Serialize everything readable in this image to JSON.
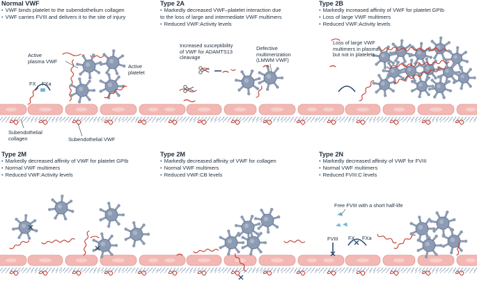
{
  "colors": {
    "endothelium": "#f2b8b4",
    "endothelium_edge": "#e39a95",
    "collagen": "#9fb2c6",
    "vwf": "#c0392b",
    "platelet": "#8c9bb3",
    "platelet_dark": "#5f6f88",
    "fviii": "#6fb7d8",
    "arrow": "#2c4a6e",
    "bullet": "#3a6ea5"
  },
  "panels": [
    {
      "title": "Normal VWF",
      "bullets": [
        "VWF binds platelet to the subendothelium collagen",
        "VWF carries FVIII and delivers it to the site of injury"
      ],
      "labels": {
        "active_plasma_vwf": "Active\nplasma VWF",
        "active_platelet": "Active\nplatelet",
        "fx": "FX",
        "fxa": "FXa",
        "subendothelial_collagen": "Subendothelial\ncollagen",
        "subendothelial_vwf": "Subendothelial VWF"
      }
    },
    {
      "title": "Type 2A",
      "bullets": [
        "Markedly decreased VWF–platelet interaction due\nto the loss of large and intermediate VWF multimers",
        "Reduced VWF:Activity levels"
      ],
      "labels": {
        "adamts13": "Increased susceptibility\nof VWF for ADAMTS13\ncleavage",
        "defective": "Defective\nmultimerization\n(LMWM VWF)"
      }
    },
    {
      "title": "Type 2B",
      "bullets": [
        "Markedly increased affinity of VWF for platelet GPIb",
        "Loss of large VWF multimers",
        "Reduced VWF:Activity levels"
      ],
      "labels": {
        "loss": "Loss of large VWF\nmultimers in plasma\nbut not in platelets"
      }
    },
    {
      "title": "Type 2M",
      "bullets": [
        "Markedly decreased affinity of VWF for platelet GPIb",
        "Normal VWF multimers",
        "Reduced VWF:Activity levels"
      ],
      "labels": {}
    },
    {
      "title": "Type 2M",
      "bullets": [
        "Markedly decreased affinity of VWF for collagen",
        "Normal VWF multimers",
        "Reduced VWF:CB levels"
      ],
      "labels": {}
    },
    {
      "title": "Type 2N",
      "bullets": [
        "Markedly decreased affinity of VWF for FVIII",
        "Normal VWF multimers",
        "Reduced FVIII:C levels"
      ],
      "labels": {
        "free_fviii": "Free FVIII with a short half-life",
        "fviii": "FVIII",
        "fx": "FX",
        "fxa": "FXa"
      }
    }
  ]
}
